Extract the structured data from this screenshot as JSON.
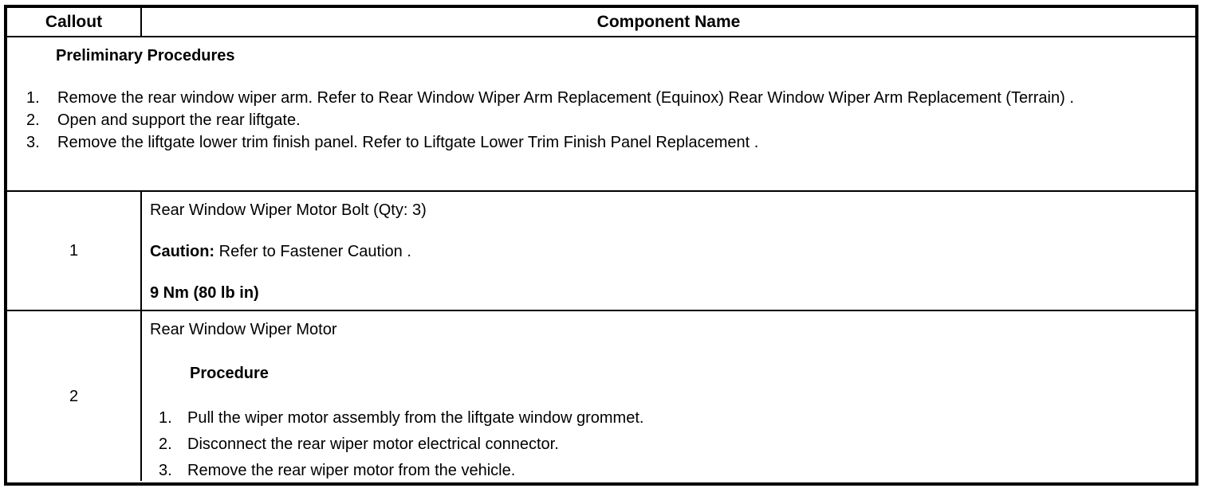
{
  "table": {
    "columns": [
      {
        "key": "callout",
        "header": "Callout"
      },
      {
        "key": "component",
        "header": "Component Name"
      }
    ],
    "preliminary": {
      "title": "Preliminary Procedures",
      "steps": [
        {
          "num": "1.",
          "text": "Remove the rear window wiper arm. Refer to Rear Window Wiper Arm Replacement (Equinox) Rear Window Wiper Arm Replacement (Terrain) ."
        },
        {
          "num": "2.",
          "text": "Open and support the rear liftgate."
        },
        {
          "num": "3.",
          "text": "Remove the liftgate lower trim finish panel. Refer to Liftgate Lower Trim Finish Panel Replacement ."
        }
      ]
    },
    "rows": [
      {
        "callout": "1",
        "name": "Rear Window Wiper Motor Bolt (Qty: 3)",
        "caution_label": "Caution:",
        "caution_text": " Refer to Fastener Caution .",
        "torque": "9 Nm (80 lb in)"
      },
      {
        "callout": "2",
        "name": "Rear Window Wiper Motor",
        "procedure_heading": "Procedure",
        "procedure_steps": [
          {
            "num": "1.",
            "text": "Pull the wiper motor assembly from the liftgate window grommet."
          },
          {
            "num": "2.",
            "text": "Disconnect the rear wiper motor electrical connector."
          },
          {
            "num": "3.",
            "text": "Remove the rear wiper motor from the vehicle."
          }
        ]
      }
    ]
  },
  "colors": {
    "border": "#000000",
    "text": "#000000",
    "background": "#ffffff"
  }
}
